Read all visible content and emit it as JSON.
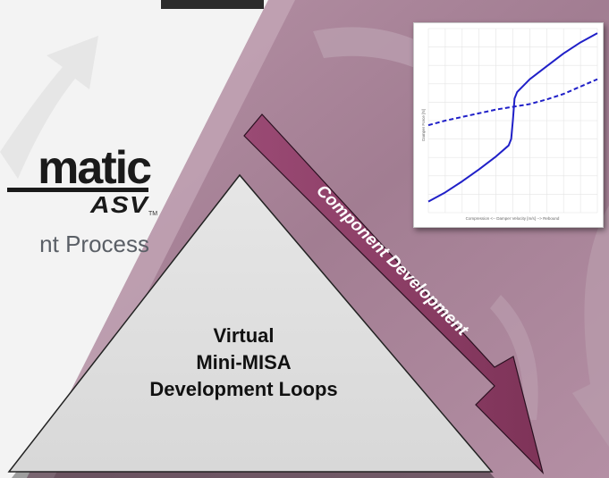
{
  "brand": {
    "wordmark": "matic",
    "sub_mark": "ASV",
    "tm": "TM"
  },
  "process_text": "nt Process",
  "arrow": {
    "label": "Component Development",
    "color": "#8e3f68"
  },
  "triangle": {
    "lines": [
      "Virtual",
      "Mini-MISA",
      "Development Loops"
    ],
    "fill": "#e0e0e0"
  },
  "colors": {
    "background_mauve": "#a07a90",
    "curve_blue": "#2020c8"
  },
  "chart_data": {
    "type": "line",
    "xlabel": "Compression <--   Damper Velocity [m/s]   --> Rebound",
    "ylabel": "Damper Force [N]",
    "grid": true,
    "legend": "none",
    "xlim": [
      -1,
      1
    ],
    "ylim": [
      -1,
      1
    ],
    "series": [
      {
        "style": "solid",
        "x": [
          -1.0,
          -0.8,
          -0.6,
          -0.4,
          -0.2,
          -0.05,
          -0.02,
          0.0,
          0.02,
          0.05,
          0.2,
          0.4,
          0.6,
          0.8,
          1.0
        ],
        "y": [
          -0.88,
          -0.78,
          -0.66,
          -0.53,
          -0.39,
          -0.27,
          -0.2,
          0.0,
          0.24,
          0.31,
          0.45,
          0.59,
          0.73,
          0.85,
          0.95
        ]
      },
      {
        "style": "dashed",
        "x": [
          -1.0,
          -0.8,
          -0.6,
          -0.4,
          -0.2,
          0.0,
          0.2,
          0.4,
          0.6,
          0.8,
          1.0
        ],
        "y": [
          -0.05,
          0.0,
          0.04,
          0.08,
          0.12,
          0.15,
          0.18,
          0.23,
          0.29,
          0.37,
          0.45
        ]
      }
    ]
  }
}
